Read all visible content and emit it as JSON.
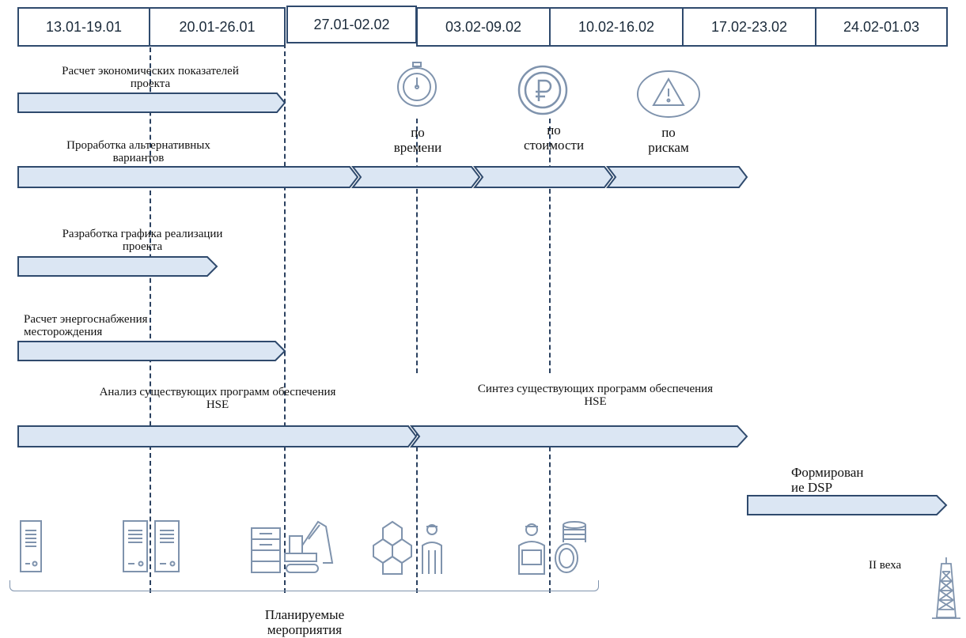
{
  "weeks": [
    "13.01-19.01",
    "20.01-26.01",
    "27.01-02.02",
    "03.02-09.02",
    "10.02-16.02",
    "17.02-23.02",
    "24.02-01.03"
  ],
  "tasks": {
    "economics": [
      "Расчет экономических показателей",
      "проекта"
    ],
    "alternatives": [
      "Проработка альтернативных",
      "вариантов"
    ],
    "schedule": [
      "Разработка графика реализации",
      "проекта"
    ],
    "energy": [
      "Расчет энергоснабжения",
      "месторождения"
    ],
    "hse_analysis": [
      "Анализ существующих программ обеспечения",
      "HSE"
    ],
    "hse_synthesis": [
      "Синтез существующих программ обеспечения",
      "HSE"
    ],
    "dsp": [
      "Формирован",
      "ие DSP"
    ]
  },
  "criteria": {
    "time": [
      "по",
      "времени"
    ],
    "cost": [
      "по",
      "стоимости"
    ],
    "risk": [
      "по",
      "рискам"
    ]
  },
  "milestone": "II веха",
  "planned": [
    "Планируемые",
    "мероприятия"
  ],
  "colors": {
    "bar_fill": "#dbe6f3",
    "bar_stroke": "#2f4a6d",
    "icon_stroke": "#7f93ad"
  }
}
